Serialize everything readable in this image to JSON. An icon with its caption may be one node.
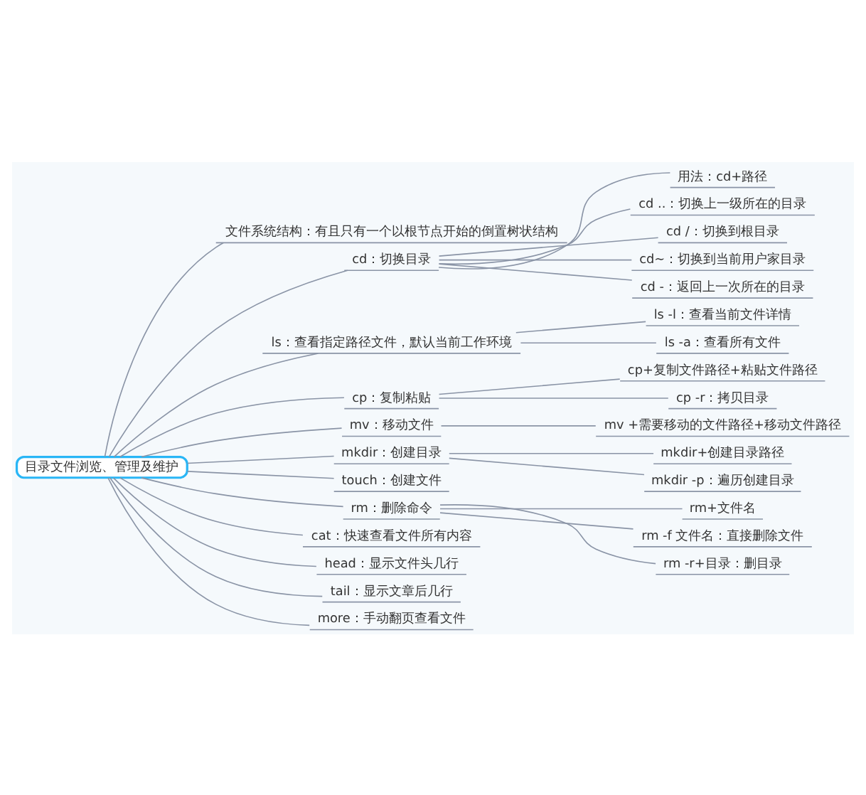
{
  "diagram": {
    "nodes": [
      {
        "text": [
          "目录文件浏览、管理及维护"
        ]
      },
      {
        "text": [
          "文件系统结构：有且只有一个以根节点开始的倒置树状结构"
        ]
      },
      {
        "text": [
          "cd：切换目录"
        ]
      },
      {
        "text": [
          "用法：cd+路径"
        ]
      },
      {
        "text": [
          "cd ..：切换上一级所在的目录"
        ]
      },
      {
        "text": [
          "cd /：切换到根目录"
        ]
      },
      {
        "text": [
          "cd~：切换到当前用户家目录"
        ]
      },
      {
        "text": [
          "cd -：返回上一次所在的目录"
        ]
      },
      {
        "text": [
          "ls：查看指定路径文件，默认当前工作环境"
        ]
      },
      {
        "text": [
          "ls -l：查看当前文件详情"
        ]
      },
      {
        "text": [
          "ls -a：查看所有文件"
        ]
      },
      {
        "text": [
          "cp：复制粘贴"
        ]
      },
      {
        "text": [
          "cp+复制文件路径+粘贴文件路径"
        ]
      },
      {
        "text": [
          "cp -r：拷贝目录"
        ]
      },
      {
        "text": [
          "mv：移动文件"
        ]
      },
      {
        "text": [
          "mv +需要移动的文件路径+移动文件路径"
        ]
      },
      {
        "text": [
          "mkdir：创建目录"
        ]
      },
      {
        "text": [
          "mkdir+创建目录路径"
        ]
      },
      {
        "text": [
          "mkdir -p：遍历创建目录"
        ]
      },
      {
        "text": [
          "touch：创建文件"
        ]
      },
      {
        "text": [
          "rm：删除命令"
        ]
      },
      {
        "text": [
          "rm+文件名"
        ]
      },
      {
        "text": [
          "rm -f 文件名：直接删除文件"
        ]
      },
      {
        "text": [
          "rm -r+目录：删目录"
        ]
      },
      {
        "text": [
          "cat：快速查看文件所有内容"
        ]
      },
      {
        "text": [
          "head：显示文件头几行"
        ]
      },
      {
        "text": [
          "tail：显示文章后几行"
        ]
      },
      {
        "text": [
          "more：手动翻页查看文件"
        ]
      }
    ],
    "edges": [
      {
        "from": 0,
        "to": 1,
        "arrow": "none"
      },
      {
        "from": 0,
        "to": 2,
        "arrow": "none"
      },
      {
        "from": 2,
        "to": 3,
        "arrow": "none"
      },
      {
        "from": 2,
        "to": 4,
        "arrow": "none"
      },
      {
        "from": 2,
        "to": 5,
        "arrow": "none"
      },
      {
        "from": 2,
        "to": 6,
        "arrow": "none"
      },
      {
        "from": 2,
        "to": 7,
        "arrow": "none"
      },
      {
        "from": 0,
        "to": 8,
        "arrow": "none"
      },
      {
        "from": 8,
        "to": 9,
        "arrow": "none"
      },
      {
        "from": 8,
        "to": 10,
        "arrow": "none"
      },
      {
        "from": 0,
        "to": 11,
        "arrow": "none"
      },
      {
        "from": 11,
        "to": 12,
        "arrow": "none"
      },
      {
        "from": 11,
        "to": 13,
        "arrow": "none"
      },
      {
        "from": 0,
        "to": 14,
        "arrow": "none"
      },
      {
        "from": 14,
        "to": 15,
        "arrow": "none"
      },
      {
        "from": 0,
        "to": 16,
        "arrow": "none"
      },
      {
        "from": 16,
        "to": 17,
        "arrow": "none"
      },
      {
        "from": 16,
        "to": 18,
        "arrow": "none"
      },
      {
        "from": 0,
        "to": 19,
        "arrow": "none"
      },
      {
        "from": 0,
        "to": 20,
        "arrow": "none"
      },
      {
        "from": 20,
        "to": 21,
        "arrow": "none"
      },
      {
        "from": 20,
        "to": 22,
        "arrow": "none"
      },
      {
        "from": 20,
        "to": 23,
        "arrow": "none"
      },
      {
        "from": 0,
        "to": 24,
        "arrow": "none"
      },
      {
        "from": 0,
        "to": 25,
        "arrow": "none"
      },
      {
        "from": 0,
        "to": 26,
        "arrow": "none"
      },
      {
        "from": 0,
        "to": 27,
        "arrow": "none"
      }
    ]
  }
}
